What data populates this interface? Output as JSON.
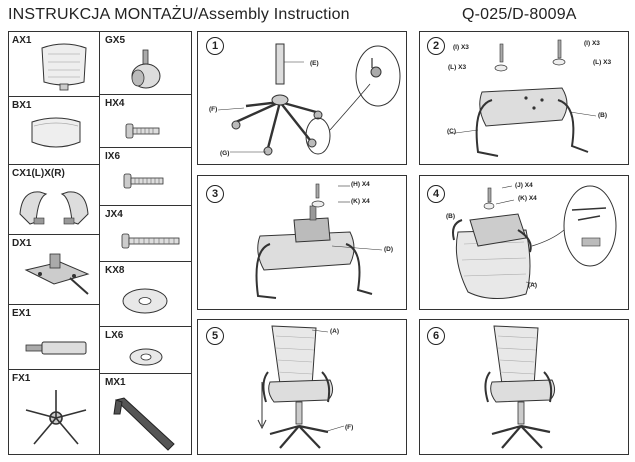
{
  "header": {
    "title": "INSTRUKCJA  MONTAŻU/Assembly  Instruction",
    "model": "Q-025/D-8009A"
  },
  "parts_left": [
    {
      "label": "AX1",
      "icon": "seat-back"
    },
    {
      "label": "BX1",
      "icon": "seat-cushion"
    },
    {
      "label": "CX1(L)X(R)",
      "icon": "armrests"
    },
    {
      "label": "DX1",
      "icon": "mechanism-plate"
    },
    {
      "label": "EX1",
      "icon": "gas-lift"
    },
    {
      "label": "FX1",
      "icon": "five-star-base"
    }
  ],
  "parts_right": [
    {
      "label": "GX5",
      "icon": "caster-wheel"
    },
    {
      "label": "HX4",
      "icon": "short-bolt"
    },
    {
      "label": "IX6",
      "icon": "medium-bolt"
    },
    {
      "label": "JX4",
      "icon": "long-bolt"
    },
    {
      "label": "KX8",
      "icon": "large-washer"
    },
    {
      "label": "LX6",
      "icon": "small-washer"
    },
    {
      "label": "MX1",
      "icon": "allen-key"
    }
  ],
  "steps": [
    {
      "number": "1",
      "callouts": [
        "(E)",
        "(F)",
        "(G)"
      ]
    },
    {
      "number": "2",
      "callouts": [
        "(I) X3",
        "(I) X3",
        "(L) X3",
        "(L) X3",
        "(B)",
        "(C)"
      ]
    },
    {
      "number": "3",
      "callouts": [
        "(H) X4",
        "(K) X4",
        "(D)"
      ]
    },
    {
      "number": "4",
      "callouts": [
        "(J) X4",
        "(K) X4",
        "(B)",
        "(A)"
      ]
    },
    {
      "number": "5",
      "callouts": [
        "(A)",
        "(F)"
      ]
    },
    {
      "number": "6",
      "callouts": []
    }
  ]
}
